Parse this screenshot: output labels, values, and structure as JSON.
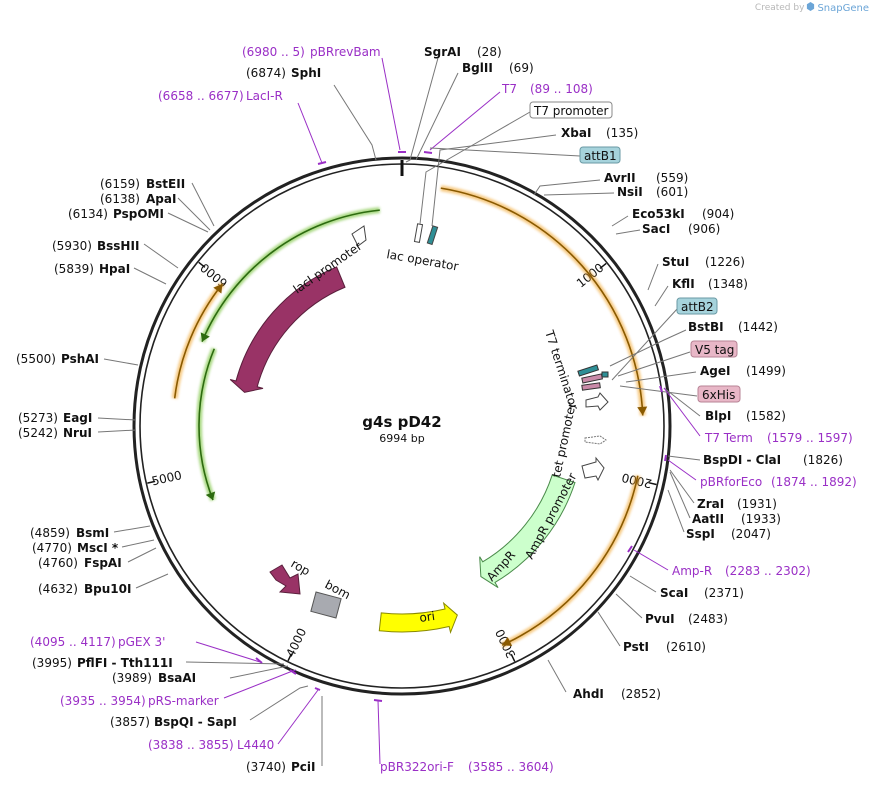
{
  "credit": {
    "prefix": "Created by",
    "brand": "SnapGene"
  },
  "plasmid": {
    "name": "g4s pD42",
    "length_text": "6994 bp",
    "length": 6994
  },
  "ticks": [
    {
      "pos": 1000,
      "label": "1000"
    },
    {
      "pos": 2000,
      "label": "2000"
    },
    {
      "pos": 3000,
      "label": "3000"
    },
    {
      "pos": 4000,
      "label": "4000"
    },
    {
      "pos": 5000,
      "label": "5000"
    },
    {
      "pos": 6000,
      "label": "6000"
    }
  ],
  "enzymes": [
    {
      "name": "SgrAI",
      "pos_text": "(28)",
      "pos": 28
    },
    {
      "name": "BglII",
      "pos_text": "(69)",
      "pos": 69
    },
    {
      "name": "XbaI",
      "pos_text": "(135)",
      "pos": 135
    },
    {
      "name": "AvrII",
      "pos_text": "(559)",
      "pos": 559
    },
    {
      "name": "NsiI",
      "pos_text": "(601)",
      "pos": 601
    },
    {
      "name": "Eco53kI",
      "pos_text": "(904)",
      "pos": 904
    },
    {
      "name": "SacI",
      "pos_text": "(906)",
      "pos": 906
    },
    {
      "name": "StuI",
      "pos_text": "(1226)",
      "pos": 1226
    },
    {
      "name": "KflI",
      "pos_text": "(1348)",
      "pos": 1348
    },
    {
      "name": "BstBI",
      "pos_text": "(1442)",
      "pos": 1442
    },
    {
      "name": "AgeI",
      "pos_text": "(1499)",
      "pos": 1499
    },
    {
      "name": "BlpI",
      "pos_text": "(1582)",
      "pos": 1582
    },
    {
      "name": "BspDI - ClaI",
      "pos_text": "(1826)",
      "pos": 1826
    },
    {
      "name": "ZraI",
      "pos_text": "(1931)",
      "pos": 1931
    },
    {
      "name": "AatII",
      "pos_text": "(1933)",
      "pos": 1933
    },
    {
      "name": "SspI",
      "pos_text": "(2047)",
      "pos": 2047
    },
    {
      "name": "ScaI",
      "pos_text": "(2371)",
      "pos": 2371
    },
    {
      "name": "PvuI",
      "pos_text": "(2483)",
      "pos": 2483
    },
    {
      "name": "PstI",
      "pos_text": "(2610)",
      "pos": 2610
    },
    {
      "name": "AhdI",
      "pos_text": "(2852)",
      "pos": 2852
    },
    {
      "name": "PciI",
      "pos_text": "(3740)",
      "pos": 3740
    },
    {
      "name": "BspQI - SapI",
      "pos_text": "(3857)",
      "pos": 3857
    },
    {
      "name": "BsaAI",
      "pos_text": "(3989)",
      "pos": 3989
    },
    {
      "name": "PflFI - Tth111I",
      "pos_text": "(3995)",
      "pos": 3995
    },
    {
      "name": "Bpu10I",
      "pos_text": "(4632)",
      "pos": 4632
    },
    {
      "name": "FspAI",
      "pos_text": "(4760)",
      "pos": 4760
    },
    {
      "name": "MscI *",
      "pos_text": "(4770)",
      "pos": 4770
    },
    {
      "name": "BsmI",
      "pos_text": "(4859)",
      "pos": 4859
    },
    {
      "name": "NruI",
      "pos_text": "(5242)",
      "pos": 5242
    },
    {
      "name": "EagI",
      "pos_text": "(5273)",
      "pos": 5273
    },
    {
      "name": "PshAI",
      "pos_text": "(5500)",
      "pos": 5500
    },
    {
      "name": "HpaI",
      "pos_text": "(5839)",
      "pos": 5839
    },
    {
      "name": "BssHII",
      "pos_text": "(5930)",
      "pos": 5930
    },
    {
      "name": "PspOMI",
      "pos_text": "(6134)",
      "pos": 6134
    },
    {
      "name": "ApaI",
      "pos_text": "(6138)",
      "pos": 6138
    },
    {
      "name": "BstEII",
      "pos_text": "(6159)",
      "pos": 6159
    },
    {
      "name": "SphI",
      "pos_text": "(6874)",
      "pos": 6874
    }
  ],
  "primers": [
    {
      "name": "pBRrevBam",
      "range_text": "(6980 .. 5)"
    },
    {
      "name": "LacI-R",
      "range_text": "(6658 .. 6677)"
    },
    {
      "name": "T7",
      "range_text": "(89 .. 108)"
    },
    {
      "name": "T7 Term",
      "range_text": "(1579 .. 1597)"
    },
    {
      "name": "pBRforEco",
      "range_text": "(1874 .. 1892)"
    },
    {
      "name": "Amp-R",
      "range_text": "(2283 .. 2302)"
    },
    {
      "name": "pBR322ori-F",
      "range_text": "(3585 .. 3604)"
    },
    {
      "name": "L4440",
      "range_text": "(3838 .. 3855)"
    },
    {
      "name": "pRS-marker",
      "range_text": "(3935 .. 3954)"
    },
    {
      "name": "pGEX 3'",
      "range_text": "(4095 .. 4117)"
    }
  ],
  "boxed_features": [
    {
      "name": "T7 promoter",
      "style": "plain"
    },
    {
      "name": "attB1",
      "style": "teal"
    },
    {
      "name": "attB2",
      "style": "teal"
    },
    {
      "name": "V5 tag",
      "style": "pink"
    },
    {
      "name": "6xHis",
      "style": "pink"
    }
  ],
  "features": [
    {
      "name": "lacI",
      "start": 5480,
      "end": 6560,
      "strand": -1,
      "color": "#993366"
    },
    {
      "name": "lacI promoter",
      "start": 6560,
      "end": 6640,
      "strand": -1,
      "color": "#ffffff"
    },
    {
      "name": "lac operator",
      "start": 0,
      "end": 0,
      "strand": 0,
      "color": "#2f8f96"
    },
    {
      "name": "T7 terminator",
      "start": 0,
      "end": 0,
      "strand": 0,
      "color": "#2f8f96"
    },
    {
      "name": "tet promoter",
      "start": 0,
      "end": 0,
      "strand": 0,
      "color": "#ffffff"
    },
    {
      "name": "AmpR promoter",
      "start": 0,
      "end": 0,
      "strand": 0,
      "color": "#ffffff"
    },
    {
      "name": "AmpR",
      "start": 2100,
      "end": 2960,
      "strand": 1,
      "color": "#ccffcc"
    },
    {
      "name": "ori",
      "start": 3180,
      "end": 3620,
      "strand": -1,
      "color": "#ffff00"
    },
    {
      "name": "bom",
      "start": 0,
      "end": 0,
      "strand": 0,
      "color": "#a8aab0"
    },
    {
      "name": "rop",
      "start": 0,
      "end": 0,
      "strand": 0,
      "color": "#993366"
    }
  ],
  "orfs": [
    {
      "start": 180,
      "end": 1700,
      "strand": 1,
      "color": "#f0a020"
    },
    {
      "start": 1980,
      "end": 3020,
      "strand": 1,
      "color": "#f0a020"
    },
    {
      "start": 5380,
      "end": 5990,
      "strand": 1,
      "color": "#f0a020"
    },
    {
      "start": 4830,
      "end": 5680,
      "strand": -1,
      "color": "#66bb22"
    },
    {
      "start": 5690,
      "end": 6880,
      "strand": -1,
      "color": "#66bb22"
    }
  ],
  "colors": {
    "backbone": "#222222",
    "primer": "#9a2fc6",
    "teal_box": "#a6d3dc",
    "pink_box": "#e8b7c7",
    "leader": "#777777"
  }
}
